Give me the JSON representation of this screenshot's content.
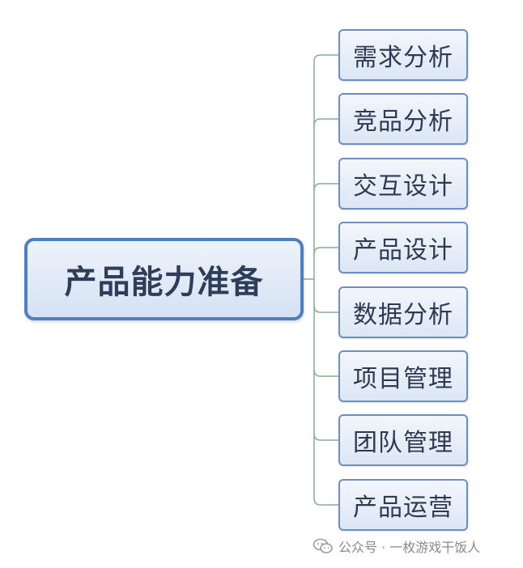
{
  "diagram": {
    "root": "产品能力准备",
    "children": [
      "需求分析",
      "竞品分析",
      "交互设计",
      "产品设计",
      "数据分析",
      "项目管理",
      "团队管理",
      "产品运营"
    ],
    "colors": {
      "connector": "#8aab9a",
      "root_border": "#4f7fc0",
      "child_border": "#6c8fbf"
    }
  },
  "watermark": {
    "icon": "wechat-icon",
    "text": "公众号 · 一枚游戏干饭人"
  }
}
